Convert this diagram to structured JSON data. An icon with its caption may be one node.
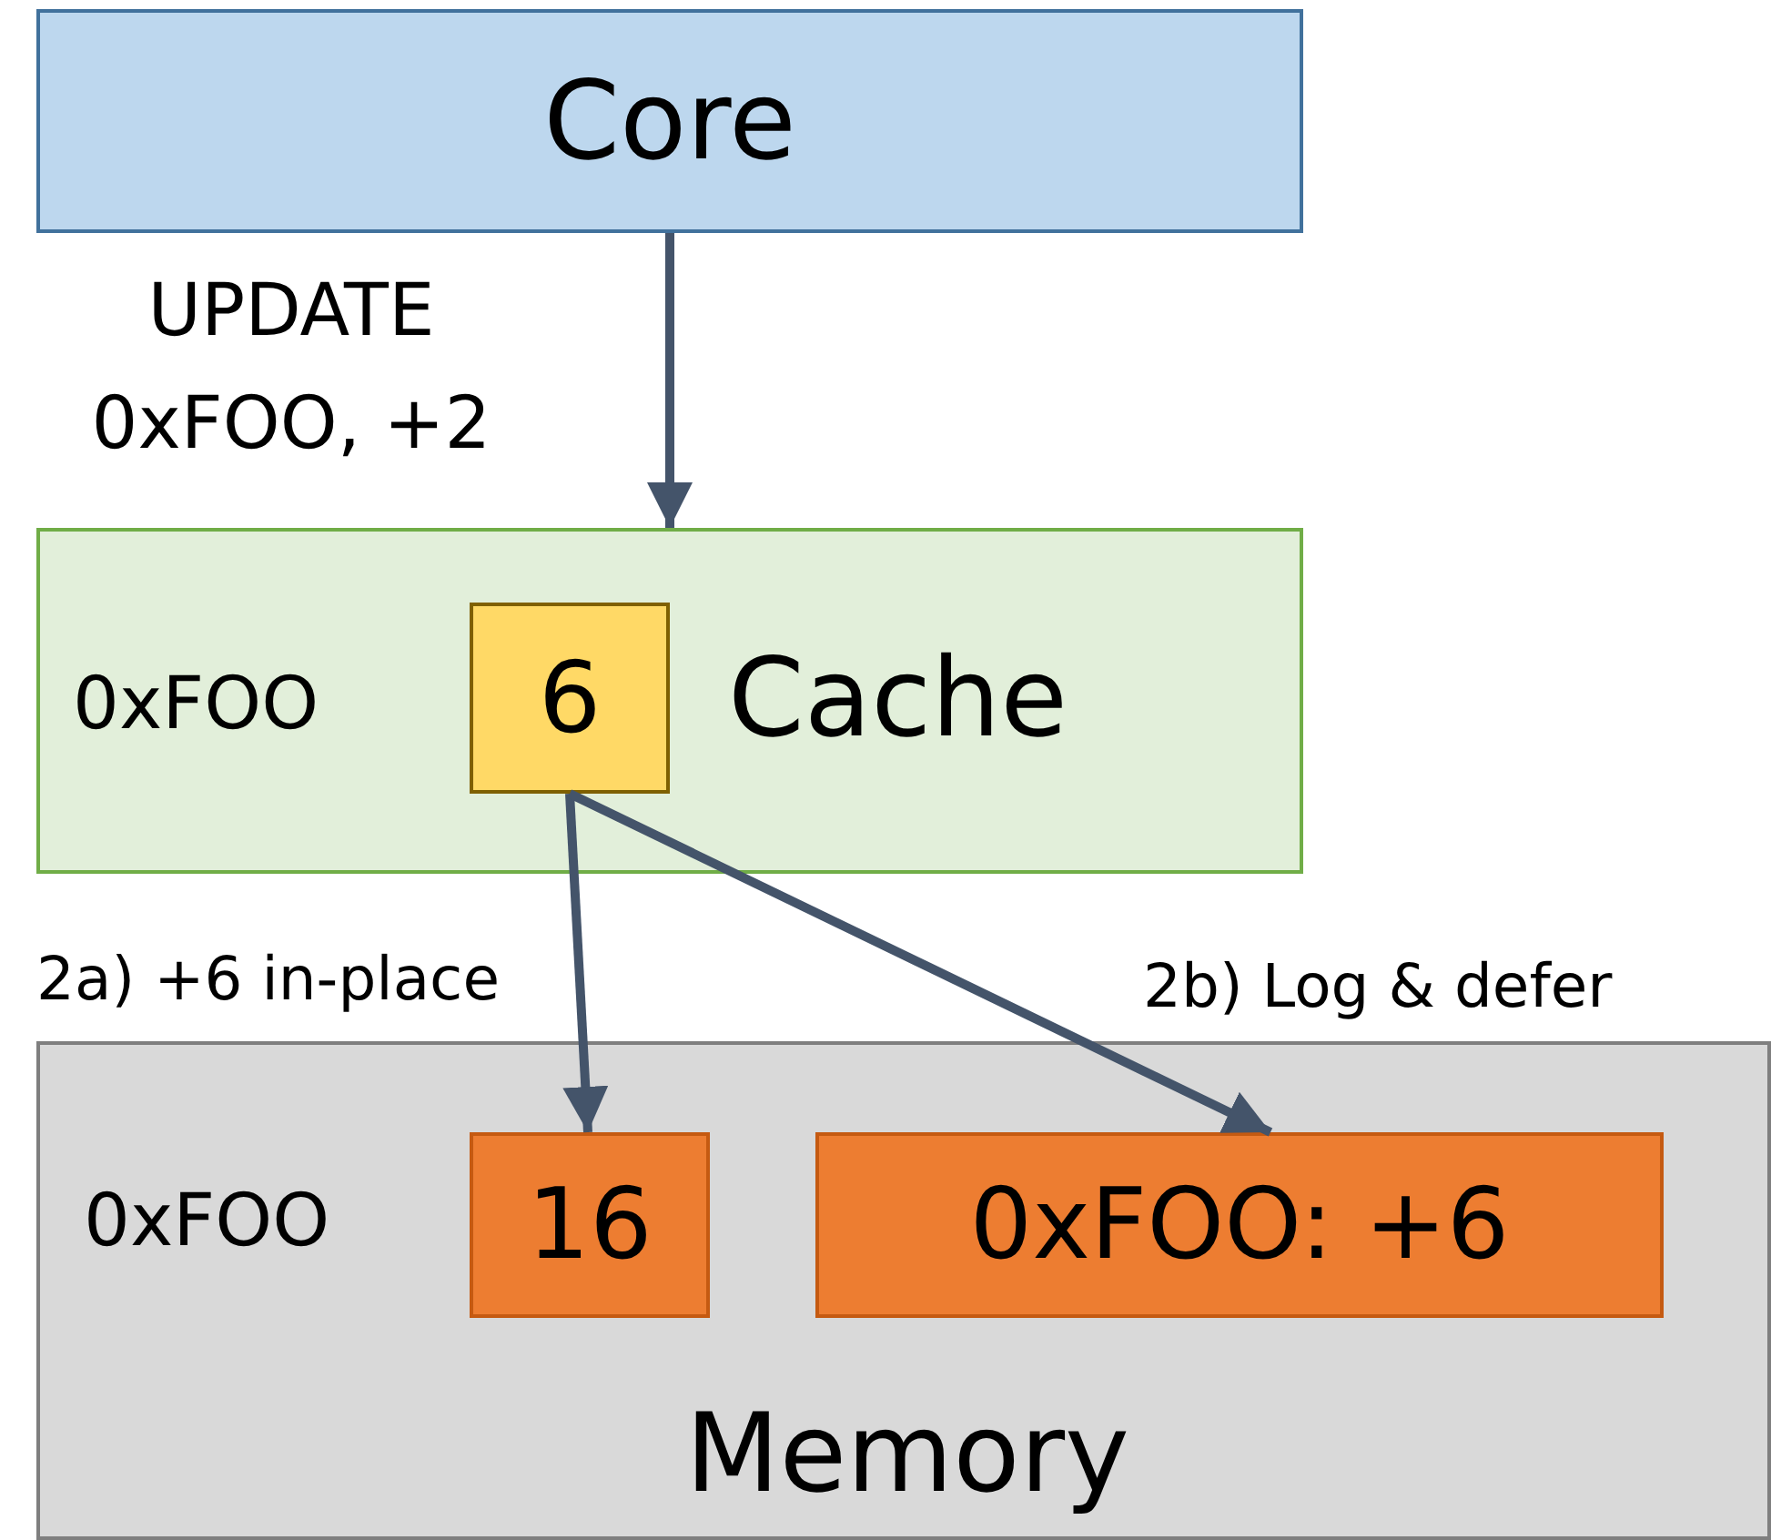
{
  "diagram": {
    "nodes": [
      {
        "text": [
          "Core"
        ]
      },
      {
        "text": [
          "Cache"
        ]
      },
      {
        "text": [
          "6"
        ],
        "in": 1
      },
      {
        "text": [
          "Memory"
        ]
      },
      {
        "text": [
          "16"
        ],
        "in": 3
      },
      {
        "text": [
          "0xFOO: +6"
        ],
        "in": 3
      }
    ],
    "edges": [
      {
        "from": 0,
        "to": 1,
        "arrow": "to",
        "label": "UPDATE 0xFOO, +2"
      },
      {
        "from": 2,
        "to": 4,
        "arrow": "to",
        "label": "2a) +6 in-place"
      },
      {
        "from": 2,
        "to": 5,
        "arrow": "to",
        "label": "2b) Log & defer"
      }
    ],
    "labels": [
      "0xFOO",
      "0xFOO"
    ]
  }
}
